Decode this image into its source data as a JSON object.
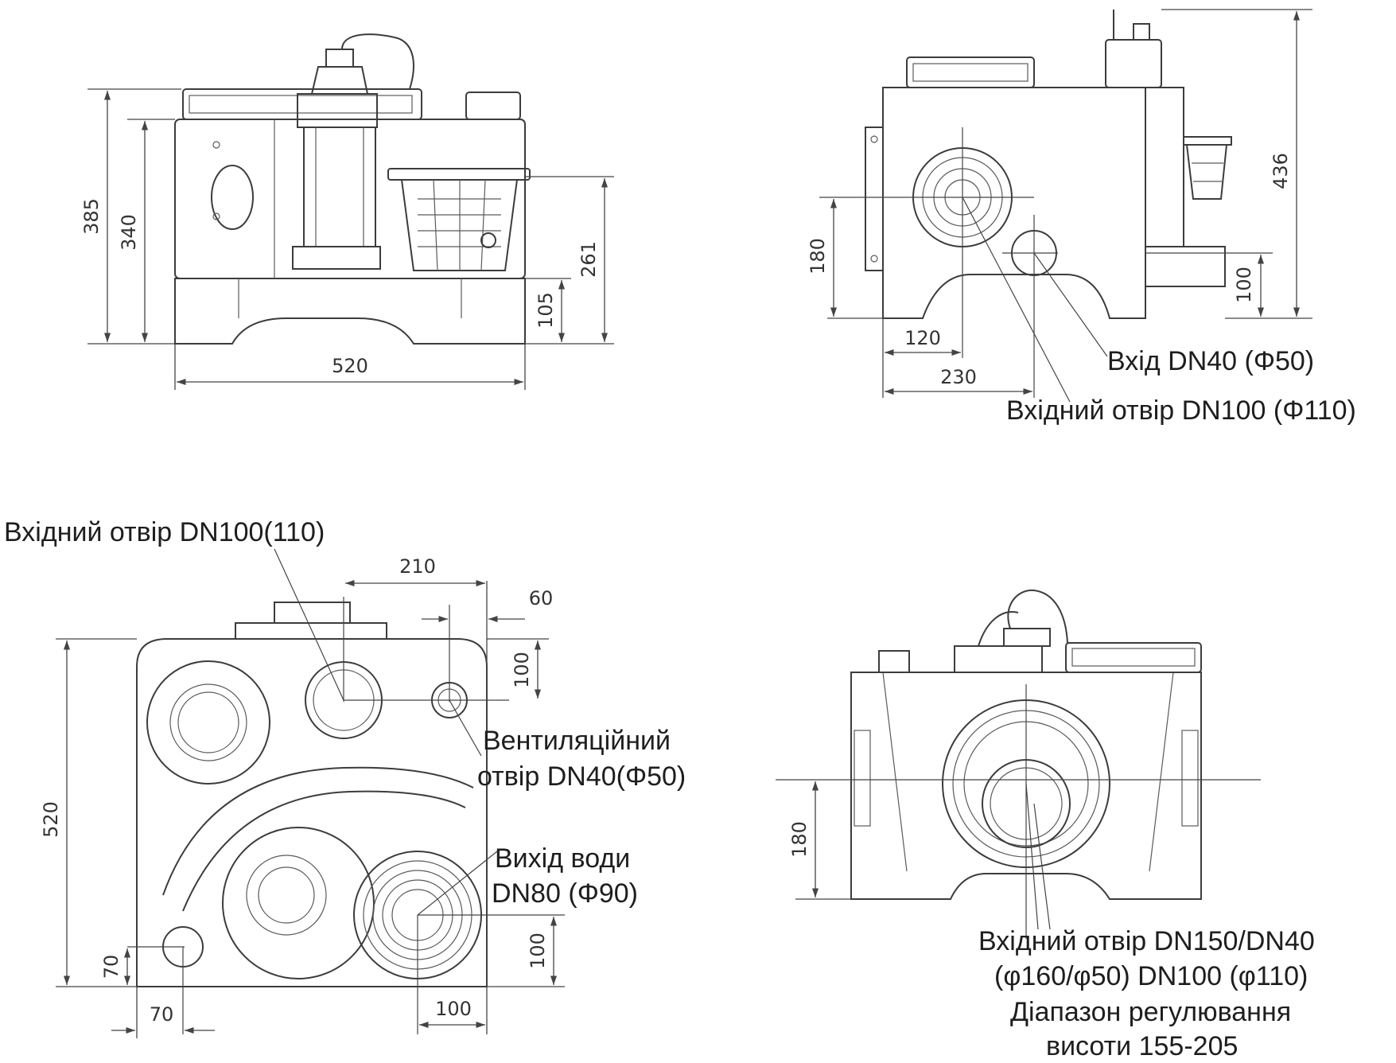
{
  "views": {
    "front": {
      "dims": [
        "385",
        "340",
        "261",
        "105",
        "520"
      ]
    },
    "side": {
      "dims": [
        "436",
        "180",
        "100",
        "120",
        "230"
      ],
      "labels": {
        "inlet_small": "Вхід DN40 (Φ50)",
        "inlet_main": "Вхідний отвір DN100 (Φ110)"
      }
    },
    "top": {
      "dims": [
        "210",
        "60",
        "100",
        "520",
        "70",
        "70",
        "100",
        "100"
      ],
      "labels": {
        "inlet": "Вхідний отвір DN100(110)",
        "vent_1": "Вентиляційний",
        "vent_2": "отвір DN40(Φ50)",
        "outlet_1": "Вихід води",
        "outlet_2": "DN80 (Φ90)"
      }
    },
    "rear": {
      "dims": [
        "180"
      ],
      "labels": {
        "line1": "Вхідний отвір DN150/DN40",
        "line2": "(φ160/φ50) DN100 (φ110)",
        "line3": "Діапазон регулювання",
        "line4": "висоти 155-205"
      }
    }
  }
}
